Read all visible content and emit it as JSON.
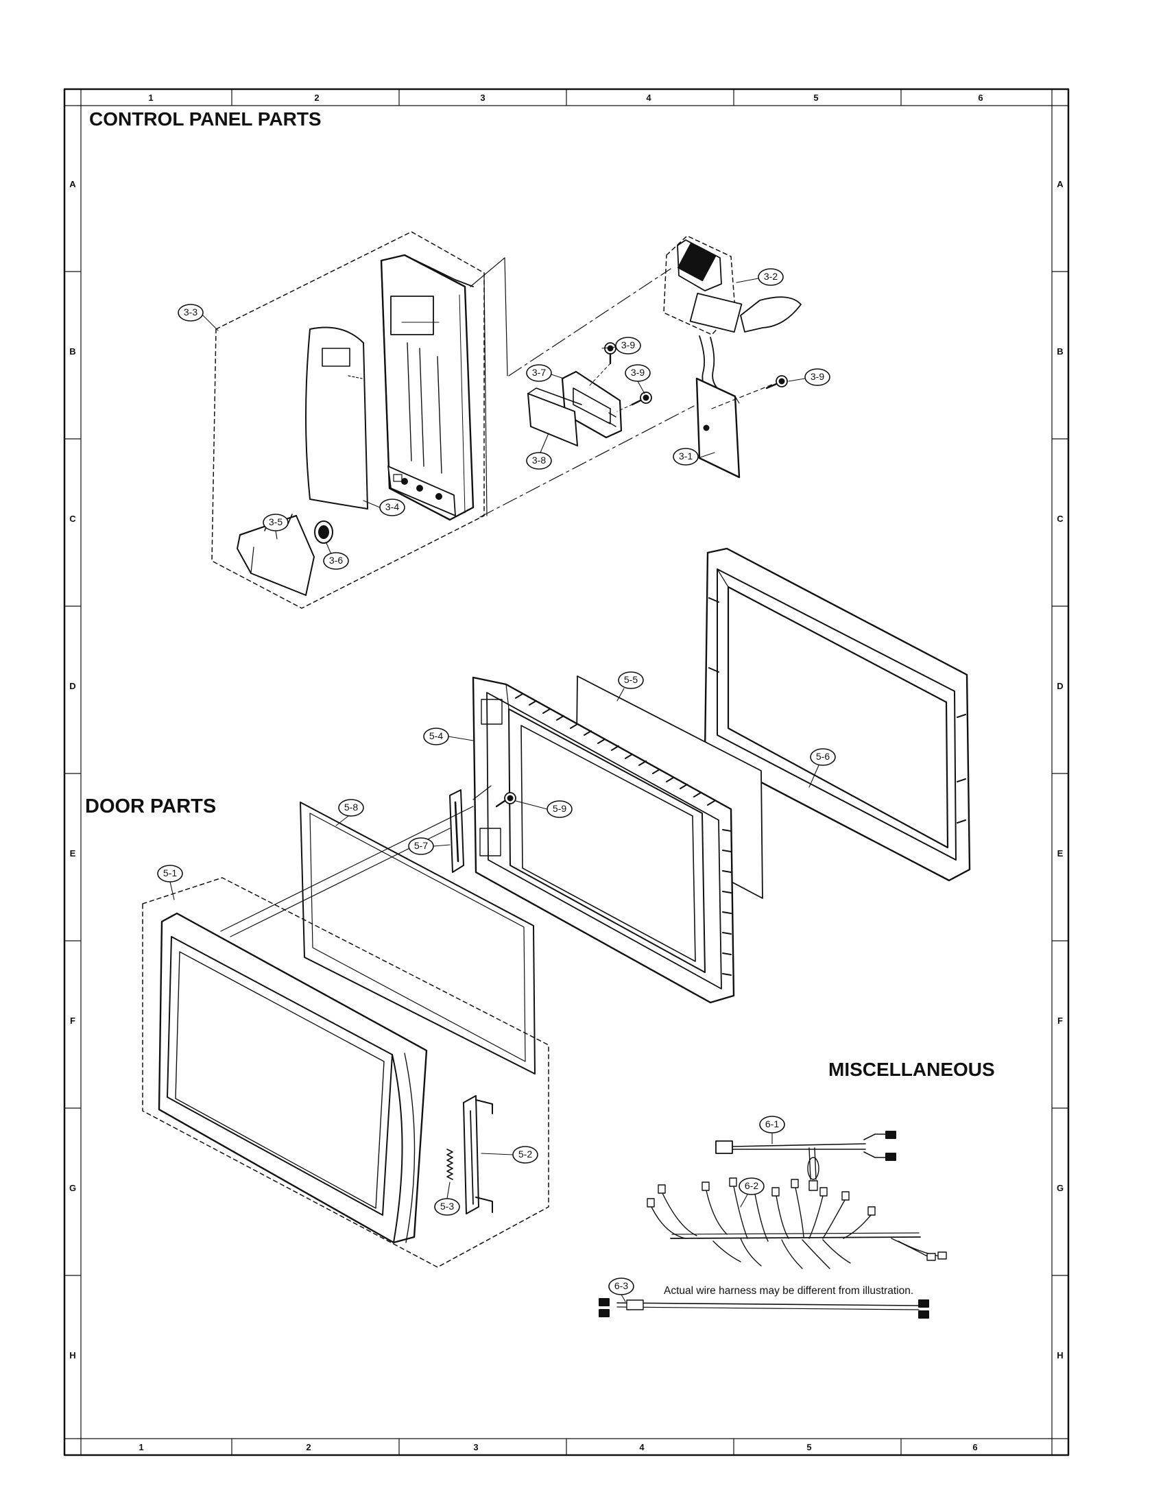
{
  "sections": {
    "control_panel_title": "CONTROL PANEL PARTS",
    "door_title": "DOOR PARTS",
    "misc_title": "MISCELLANEOUS"
  },
  "note": "Actual wire harness may be different from illustration.",
  "grid": {
    "columns": [
      "1",
      "2",
      "3",
      "4",
      "5",
      "6"
    ],
    "rows": [
      "A",
      "B",
      "C",
      "D",
      "E",
      "F",
      "G",
      "H"
    ]
  },
  "callouts": [
    "3-1",
    "3-2",
    "3-3",
    "3-4",
    "3-5",
    "3-6",
    "3-7",
    "3-8",
    "3-9",
    "5-1",
    "5-2",
    "5-3",
    "5-4",
    "5-5",
    "5-6",
    "5-7",
    "5-8",
    "5-9",
    "6-1",
    "6-2",
    "6-3"
  ]
}
